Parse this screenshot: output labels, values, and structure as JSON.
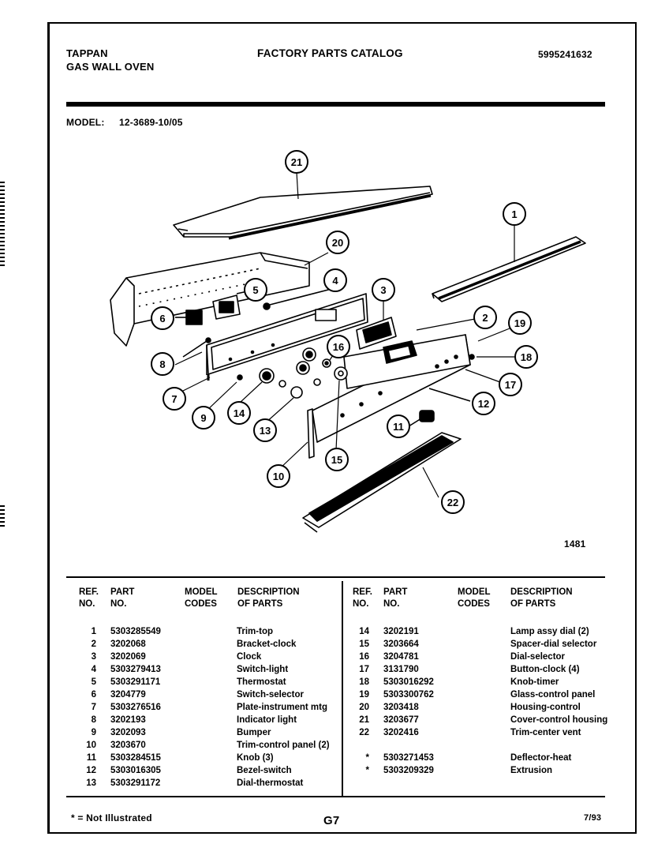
{
  "header": {
    "brand": "TAPPAN",
    "product": "GAS WALL OVEN",
    "catalog_title": "FACTORY PARTS CATALOG",
    "catalog_number": "5995241632",
    "model_label": "MODEL:",
    "model_number": "12-3689-10/05"
  },
  "diagram": {
    "figure_number": "1481",
    "callouts": [
      "1",
      "2",
      "3",
      "4",
      "5",
      "6",
      "7",
      "8",
      "9",
      "10",
      "11",
      "12",
      "13",
      "14",
      "15",
      "16",
      "17",
      "18",
      "19",
      "20",
      "21",
      "22"
    ]
  },
  "table": {
    "headers": {
      "ref": "REF.",
      "no": "NO.",
      "part": "PART",
      "part_no": "NO.",
      "model": "MODEL",
      "codes": "CODES",
      "description": "DESCRIPTION",
      "of_parts": "OF PARTS"
    },
    "left_rows": [
      {
        "ref": "1",
        "part": "5303285549",
        "desc": "Trim-top"
      },
      {
        "ref": "2",
        "part": "3202068",
        "desc": "Bracket-clock"
      },
      {
        "ref": "3",
        "part": "3202069",
        "desc": "Clock"
      },
      {
        "ref": "4",
        "part": "5303279413",
        "desc": "Switch-light"
      },
      {
        "ref": "5",
        "part": "5303291171",
        "desc": "Thermostat"
      },
      {
        "ref": "6",
        "part": "3204779",
        "desc": "Switch-selector"
      },
      {
        "ref": "7",
        "part": "5303276516",
        "desc": "Plate-instrument mtg"
      },
      {
        "ref": "8",
        "part": "3202193",
        "desc": "Indicator light"
      },
      {
        "ref": "9",
        "part": "3202093",
        "desc": "Bumper"
      },
      {
        "ref": "10",
        "part": "3203670",
        "desc": "Trim-control panel (2)"
      },
      {
        "ref": "11",
        "part": "5303284515",
        "desc": "Knob (3)"
      },
      {
        "ref": "12",
        "part": "5303016305",
        "desc": "Bezel-switch"
      },
      {
        "ref": "13",
        "part": "5303291172",
        "desc": "Dial-thermostat"
      }
    ],
    "right_rows": [
      {
        "ref": "14",
        "part": "3202191",
        "desc": "Lamp assy dial (2)"
      },
      {
        "ref": "15",
        "part": "3203664",
        "desc": "Spacer-dial selector"
      },
      {
        "ref": "16",
        "part": "3204781",
        "desc": "Dial-selector"
      },
      {
        "ref": "17",
        "part": "3131790",
        "desc": "Button-clock (4)"
      },
      {
        "ref": "18",
        "part": "5303016292",
        "desc": "Knob-timer"
      },
      {
        "ref": "19",
        "part": "5303300762",
        "desc": "Glass-control panel"
      },
      {
        "ref": "20",
        "part": "3203418",
        "desc": "Housing-control"
      },
      {
        "ref": "21",
        "part": "3203677",
        "desc": "Cover-control housing"
      },
      {
        "ref": "22",
        "part": "3202416",
        "desc": "Trim-center vent"
      },
      {
        "ref": "",
        "part": "",
        "desc": ""
      },
      {
        "ref": "*",
        "part": "5303271453",
        "desc": "Deflector-heat"
      },
      {
        "ref": "*",
        "part": "5303209329",
        "desc": "Extrusion"
      }
    ]
  },
  "footer": {
    "note": "* = Not Illustrated",
    "page": "G7",
    "date": "7/93"
  }
}
